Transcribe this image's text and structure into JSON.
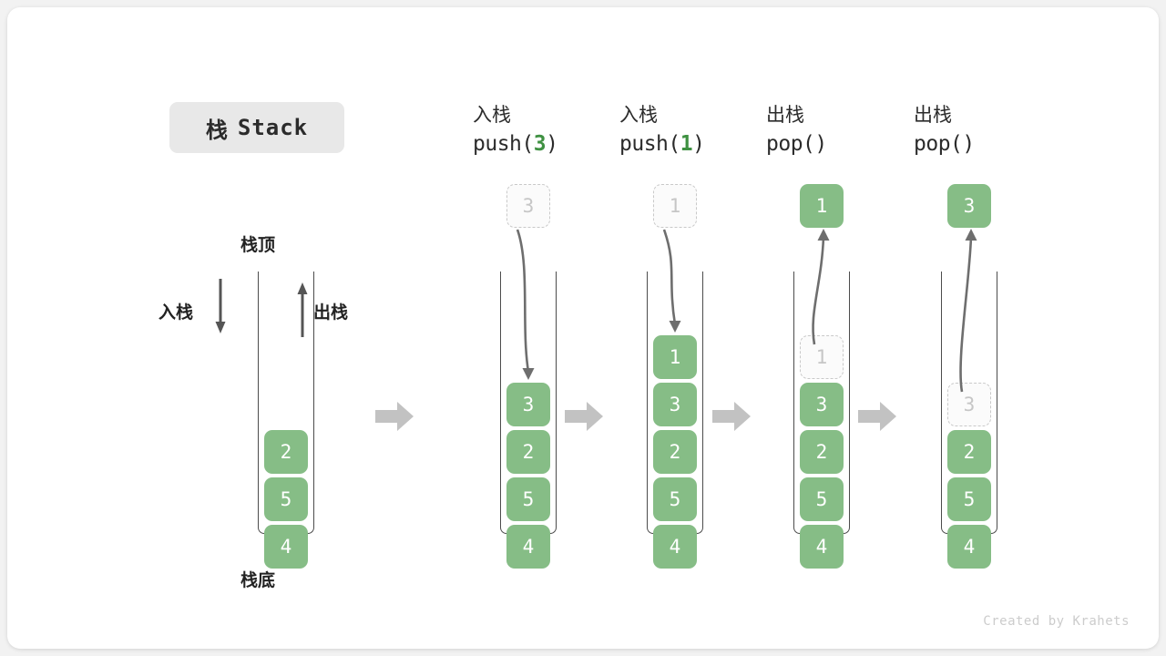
{
  "title": {
    "cn": "栈",
    "en": "Stack"
  },
  "annotations": {
    "top_label": "栈顶",
    "bottom_label": "栈底",
    "push_label": "入栈",
    "pop_label": "出栈"
  },
  "initial_stack": {
    "name": "initial",
    "cells": [
      "2",
      "5",
      "4"
    ]
  },
  "operations": [
    {
      "id": "push-3",
      "cn": "入栈",
      "code_prefix": "push(",
      "arg": "3",
      "code_suffix": ")",
      "kind": "push",
      "floating": {
        "value": "3",
        "style": "ghost"
      },
      "cells": [
        {
          "value": "3",
          "style": "full"
        },
        {
          "value": "2",
          "style": "full"
        },
        {
          "value": "5",
          "style": "full"
        },
        {
          "value": "4",
          "style": "full"
        }
      ]
    },
    {
      "id": "push-1",
      "cn": "入栈",
      "code_prefix": "push(",
      "arg": "1",
      "code_suffix": ")",
      "kind": "push",
      "floating": {
        "value": "1",
        "style": "ghost"
      },
      "cells": [
        {
          "value": "1",
          "style": "full"
        },
        {
          "value": "3",
          "style": "full"
        },
        {
          "value": "2",
          "style": "full"
        },
        {
          "value": "5",
          "style": "full"
        },
        {
          "value": "4",
          "style": "full"
        }
      ]
    },
    {
      "id": "pop-1",
      "cn": "出栈",
      "code_prefix": "pop(",
      "arg": "",
      "code_suffix": ")",
      "kind": "pop",
      "floating": {
        "value": "1",
        "style": "full"
      },
      "cells": [
        {
          "value": "1",
          "style": "ghost"
        },
        {
          "value": "3",
          "style": "full"
        },
        {
          "value": "2",
          "style": "full"
        },
        {
          "value": "5",
          "style": "full"
        },
        {
          "value": "4",
          "style": "full"
        }
      ]
    },
    {
      "id": "pop-2",
      "cn": "出栈",
      "code_prefix": "pop(",
      "arg": "",
      "code_suffix": ")",
      "kind": "pop",
      "floating": {
        "value": "3",
        "style": "full"
      },
      "cells": [
        {
          "value": "3",
          "style": "ghost"
        },
        {
          "value": "2",
          "style": "full"
        },
        {
          "value": "5",
          "style": "full"
        },
        {
          "value": "4",
          "style": "full"
        }
      ]
    }
  ],
  "credit": "Created by Krahets",
  "colors": {
    "cell_fill": "#86bd86",
    "cell_text": "#ffffff",
    "ghost_border": "#c9c9c9",
    "ghost_text": "#c6c6c6",
    "arrow_gray": "#6e6e6e",
    "block_arrow": "#c2c2c2",
    "badge_bg": "#e8e8e8",
    "accent_green": "#3f9142"
  }
}
